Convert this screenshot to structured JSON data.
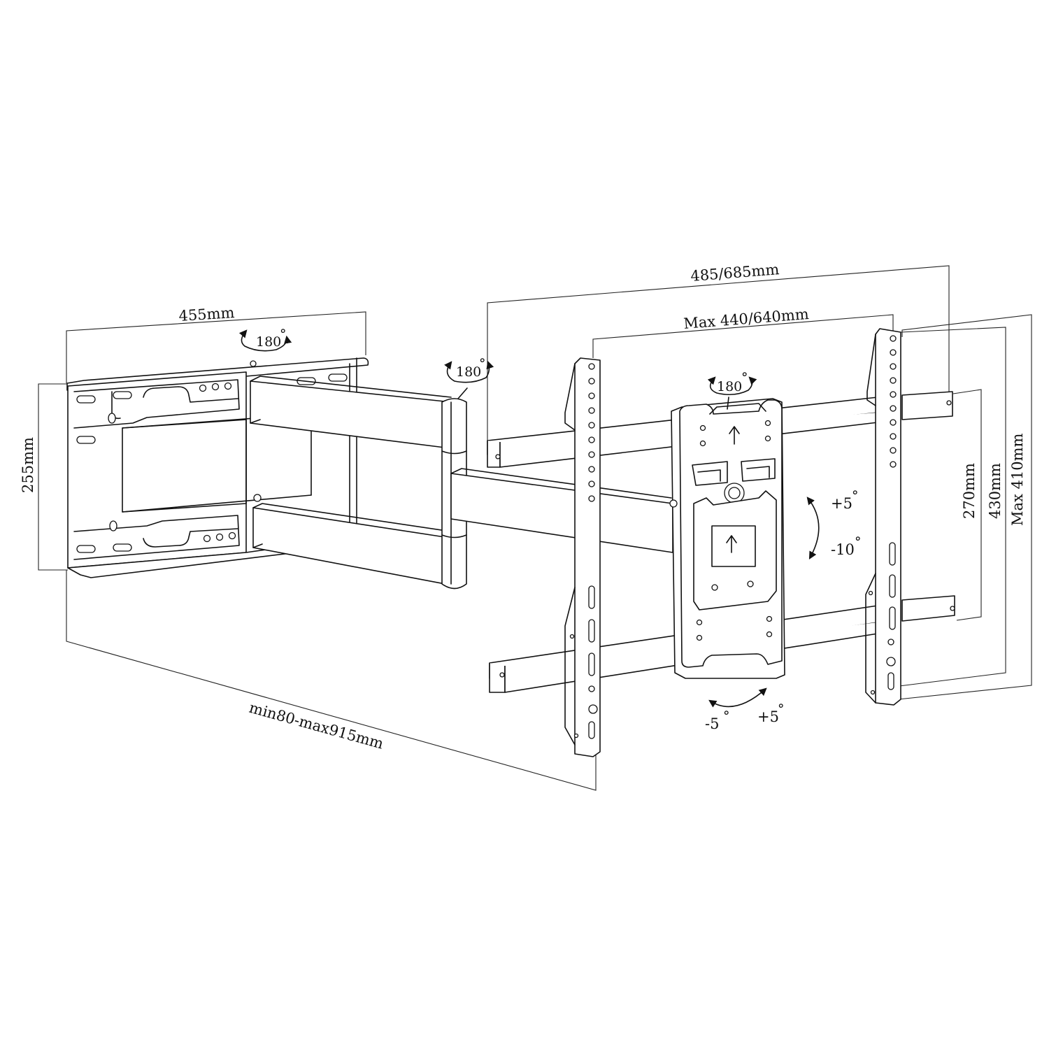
{
  "dimensions": {
    "wall_plate_width": "455mm",
    "wall_plate_height": "255mm",
    "extension": "min80-max915mm",
    "overall_width": "485/685mm",
    "vesa_width": "Max 440/640mm",
    "height_270": "270mm",
    "height_430": "430mm",
    "vesa_height": "Max 410mm"
  },
  "angles": {
    "swivel_wall": "180",
    "swivel_arm": "180",
    "swivel_head": "180",
    "tilt_up": "+5",
    "tilt_down": "-10",
    "rotate_left": "-5",
    "rotate_right": "+5",
    "degree_symbol": "°"
  },
  "colors": {
    "line": "#111111",
    "background": "#ffffff"
  }
}
